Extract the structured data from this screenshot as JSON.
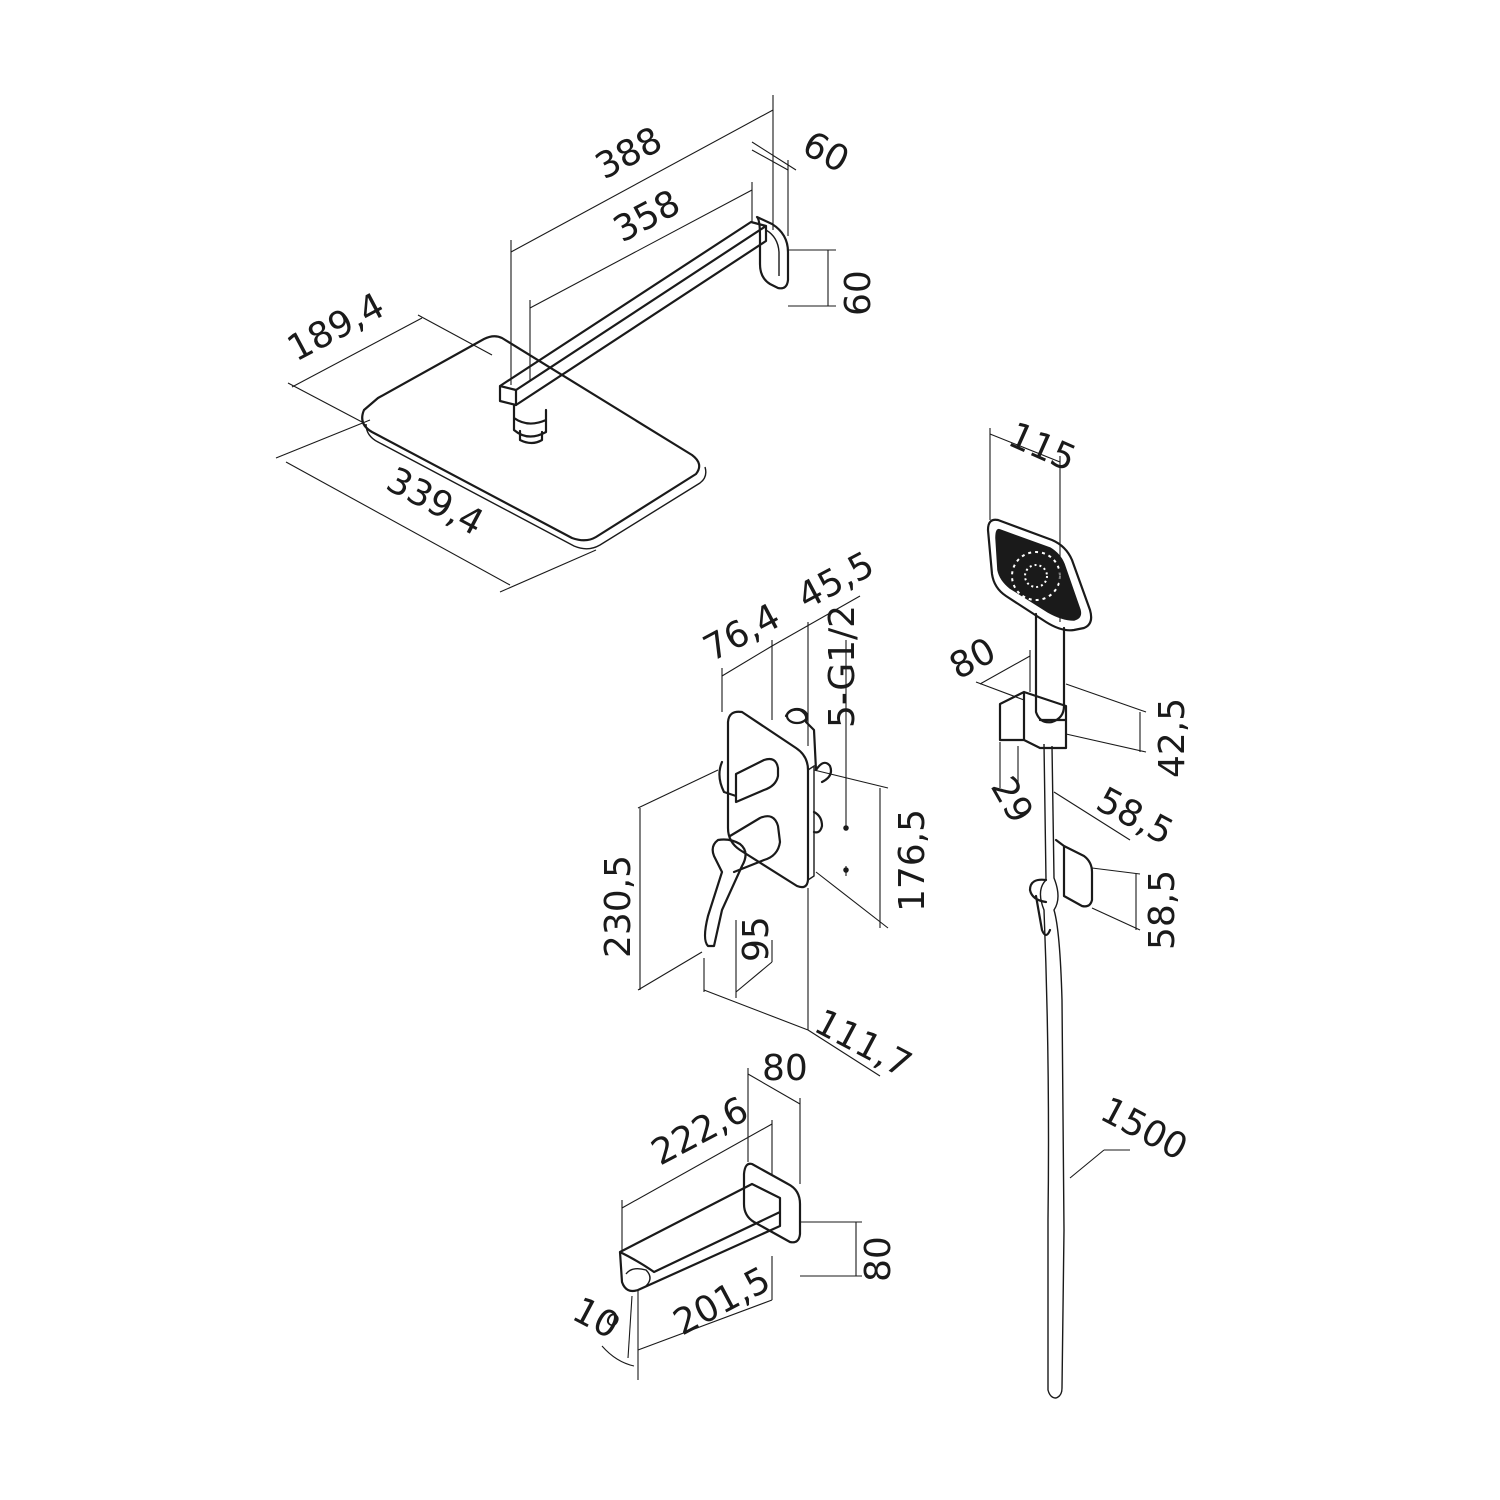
{
  "overhead_shower": {
    "arm_total_length": "388",
    "arm_length": "358",
    "arm_flange_depth": "60",
    "arm_flange_height": "60",
    "head_width": "189,4",
    "head_length": "339,4"
  },
  "mixer": {
    "plate_width": "76,4",
    "body_depth": "45,5",
    "thread": "5-G1/2",
    "plate_height": "176,5",
    "total_height": "230,5",
    "handle_offset": "95",
    "total_depth": "111,7"
  },
  "spout": {
    "flange_width": "80",
    "total_length": "222,6",
    "flange_height": "80",
    "reach": "201,5",
    "angle": "10",
    "angle_unit": "o"
  },
  "hand_shower": {
    "head_width": "115",
    "holder_width": "80",
    "holder_height": "42,5",
    "holder_depth": "29",
    "outlet_depth": "58,5",
    "outlet_height": "58,5",
    "hose_length": "1500"
  }
}
